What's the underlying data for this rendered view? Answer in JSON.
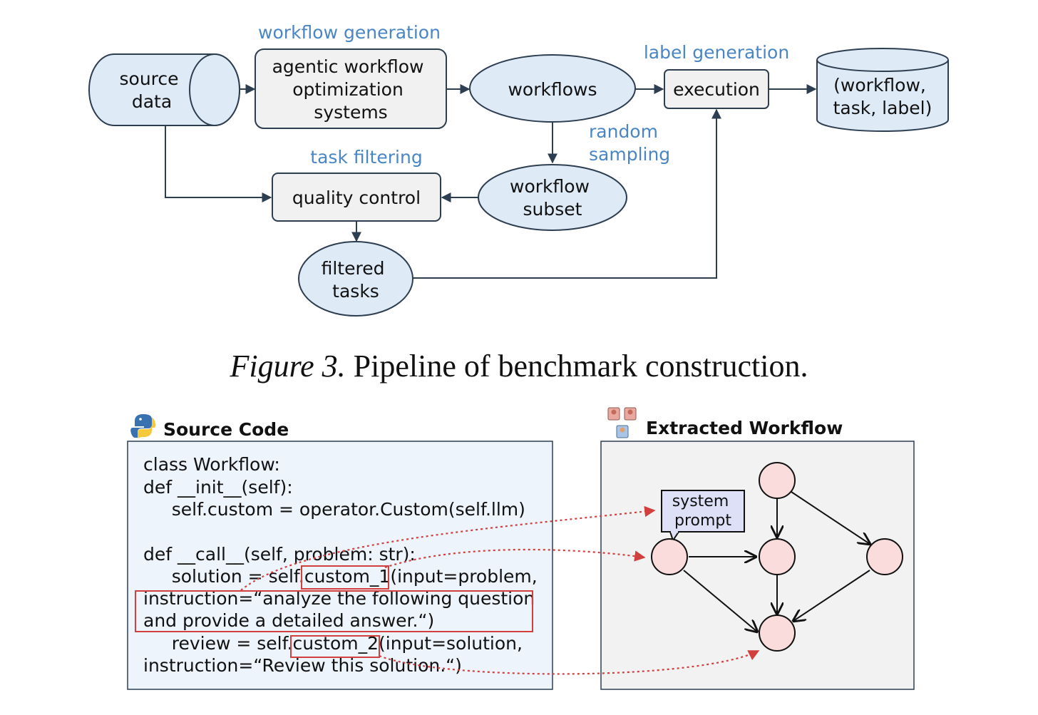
{
  "colors": {
    "node_fill": "#dfeaf7",
    "box_fill": "#f1f1f1",
    "stroke": "#2d3e50",
    "accent_label": "#4a86c5",
    "code_bg": "#eef4fc",
    "workflow_bg": "#f2f2f2",
    "red": "#d1403e",
    "pink_node": "#fbdcdc",
    "prompt_fill": "#dde0f7"
  },
  "pipeline": {
    "stage_labels": {
      "workflow_generation": "workflow generation",
      "label_generation": "label generation",
      "task_filtering": "task filtering",
      "random_sampling": [
        "random",
        "sampling"
      ]
    },
    "nodes": {
      "source_data": [
        "source",
        "data"
      ],
      "agentic": [
        "agentic workflow",
        "optimization",
        "systems"
      ],
      "workflows": [
        "workflows"
      ],
      "execution": [
        "execution"
      ],
      "output_db": [
        "(workflow,",
        "task, label)"
      ],
      "quality_control": [
        "quality control"
      ],
      "workflow_subset": [
        "workflow",
        "subset"
      ],
      "filtered_tasks": [
        "filtered",
        "tasks"
      ]
    }
  },
  "caption": {
    "figure": "Figure 3.",
    "text": " Pipeline of benchmark construction."
  },
  "source_code": {
    "title": "Source Code",
    "icon": "python-icon",
    "lines": [
      "class Workflow:",
      "def __init__(self):",
      "     self.custom = operator.Custom(self.llm)",
      "",
      "def __call__(self, problem: str):",
      "     solution = self.custom_1(input=problem,",
      "instruction=“analyze the following question",
      "and provide a detailed answer.“)",
      "     review = self.custom_2(input=solution,",
      "instruction=“Review this solution.“)"
    ]
  },
  "extracted_workflow": {
    "title": "Extracted Workflow",
    "icon": "agents-icon",
    "prompt_label": [
      "system",
      "prompt"
    ]
  }
}
